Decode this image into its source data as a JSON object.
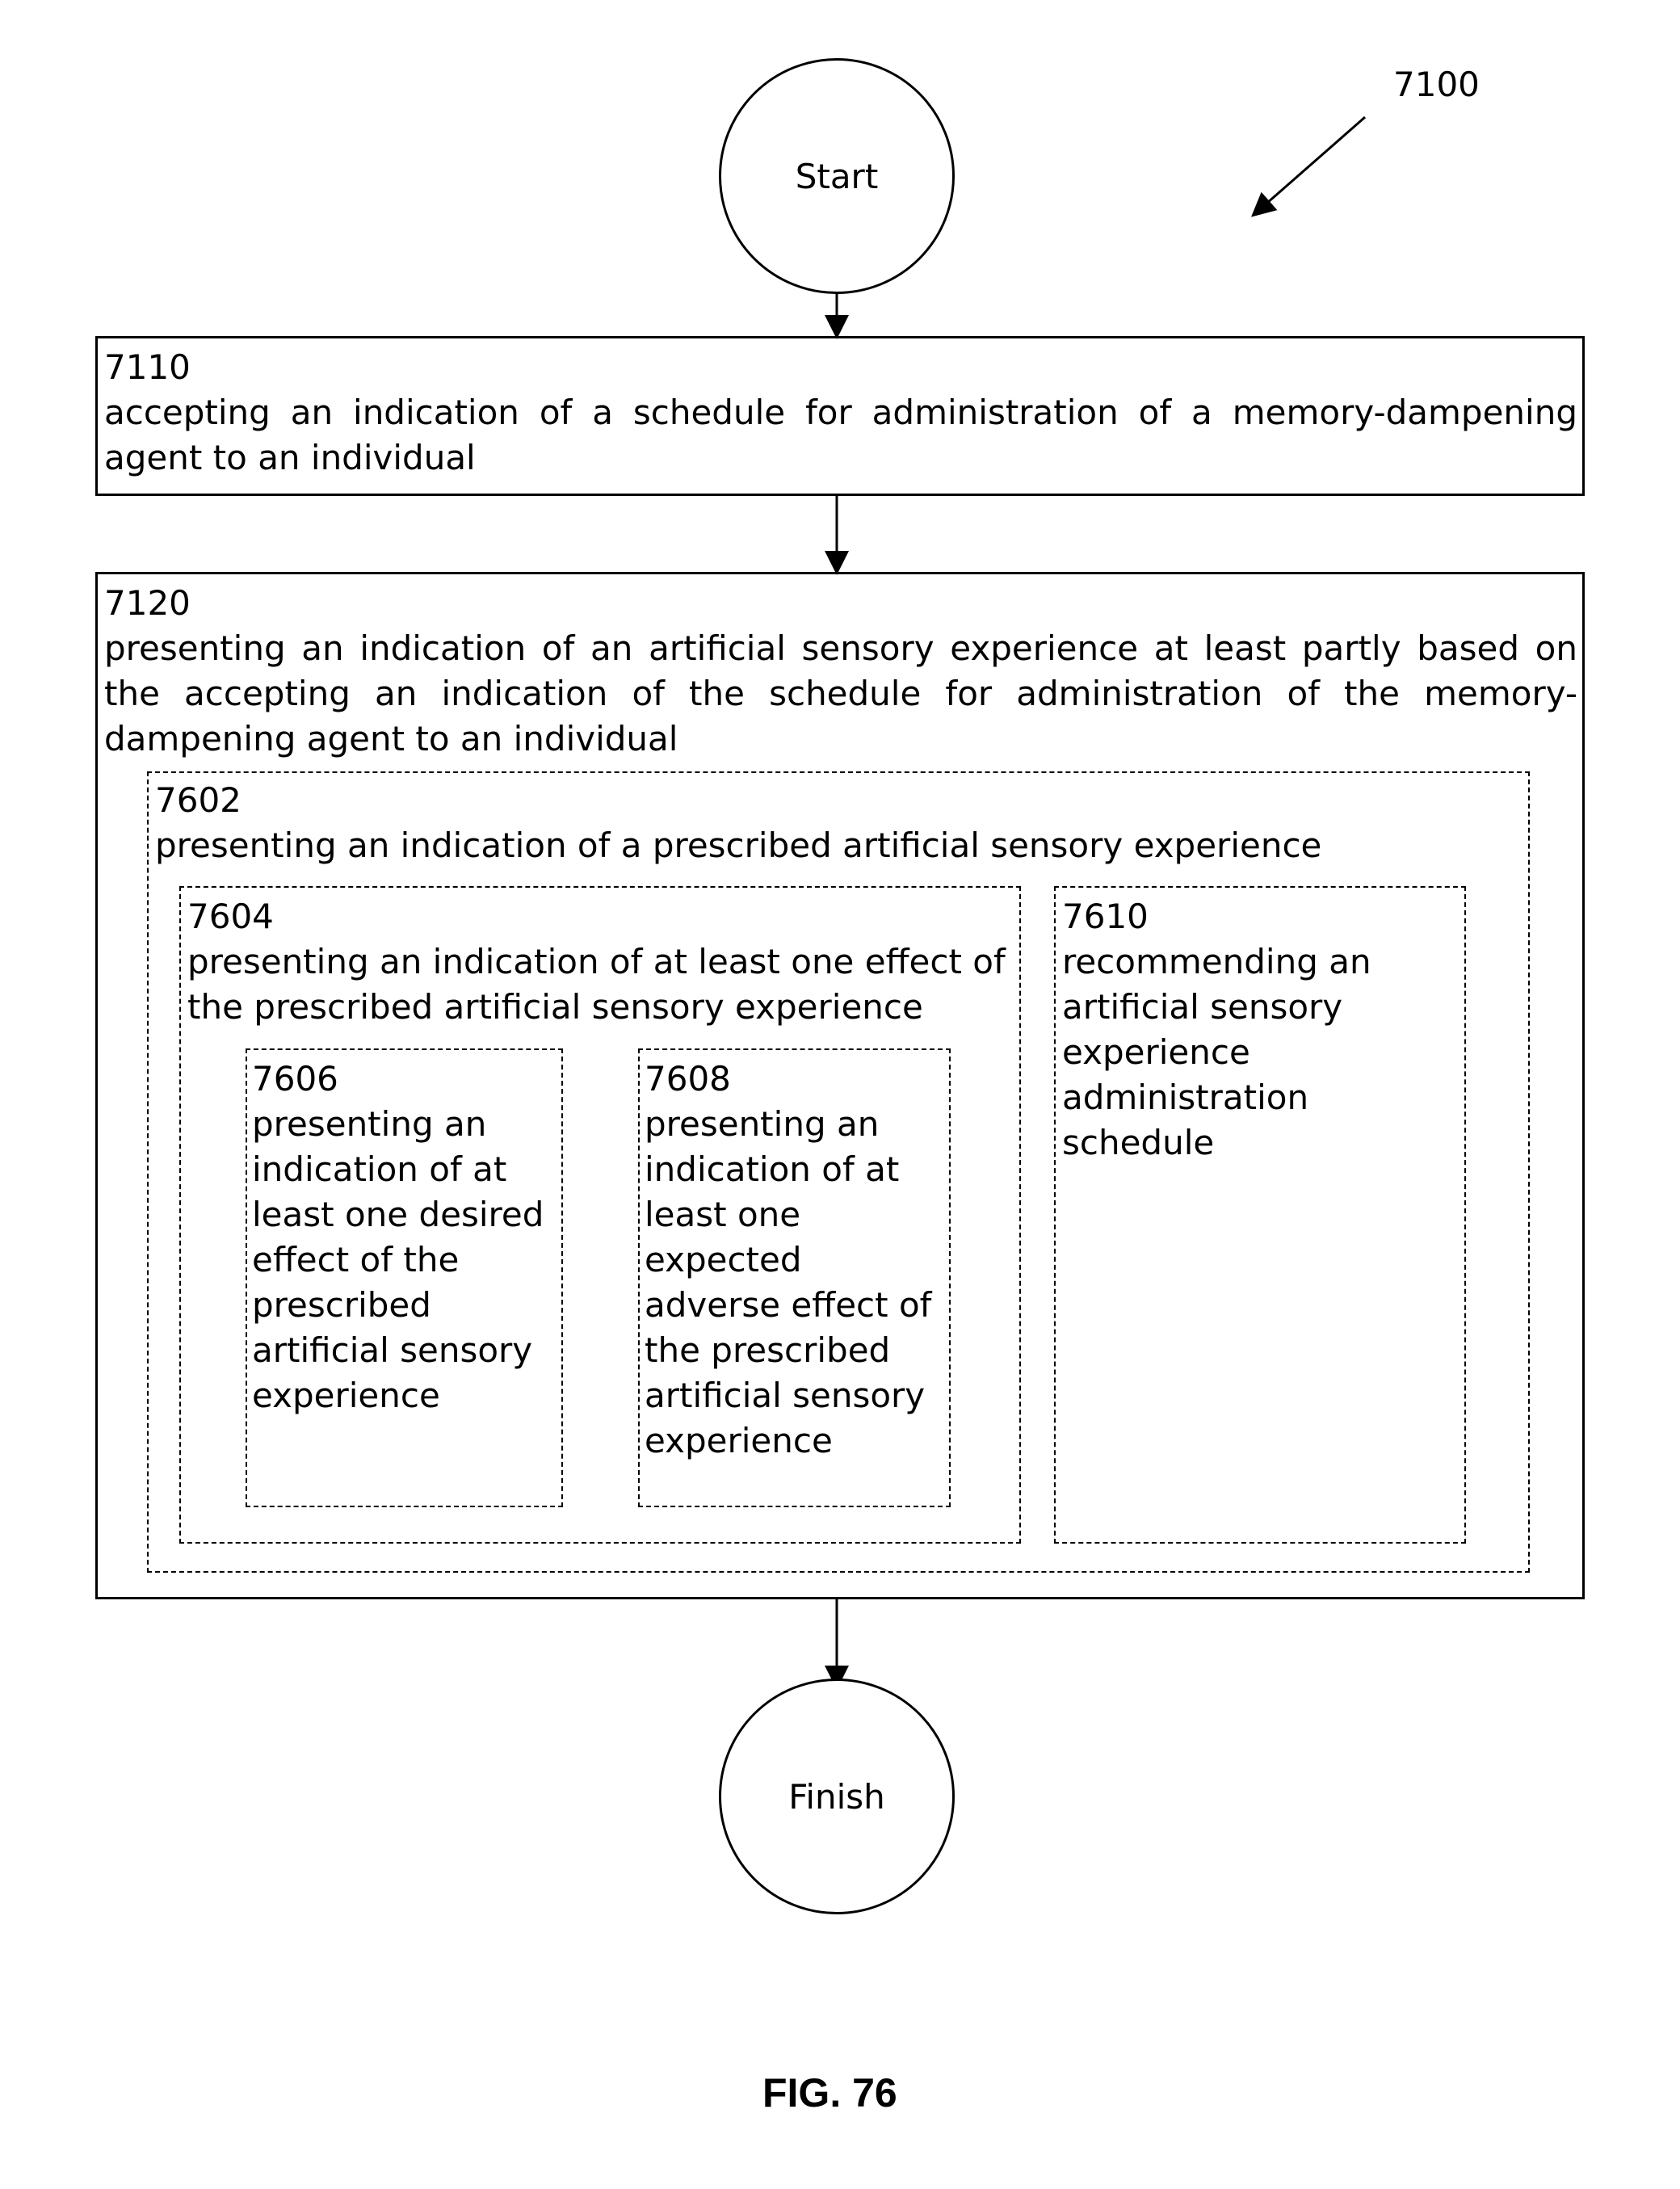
{
  "diagram_ref": "7100",
  "start_label": "Start",
  "finish_label": "Finish",
  "figure_caption": "FIG. 76",
  "steps": {
    "s7110": {
      "number": "7110",
      "text": "accepting an indication of a schedule for administration of a memory-dampening agent to an individual"
    },
    "s7120": {
      "number": "7120",
      "text": "presenting an indication of an artificial sensory experience at least partly based on the accepting an indication of the schedule for administration of the memory-dampening agent to an individual"
    },
    "s7602": {
      "number": "7602",
      "text": "presenting an indication of a prescribed artificial sensory experience"
    },
    "s7604": {
      "number": "7604",
      "text": "presenting an indication of at least one effect of the prescribed artificial sensory experience"
    },
    "s7606": {
      "number": "7606",
      "text": "presenting an indication of at least one desired effect of the prescribed artificial sensory experience"
    },
    "s7608": {
      "number": "7608",
      "text": "presenting an indication of at least one expected adverse effect of the prescribed artificial sensory experience"
    },
    "s7610": {
      "number": "7610",
      "text": "recommending an artificial sensory experience administration schedule"
    }
  }
}
